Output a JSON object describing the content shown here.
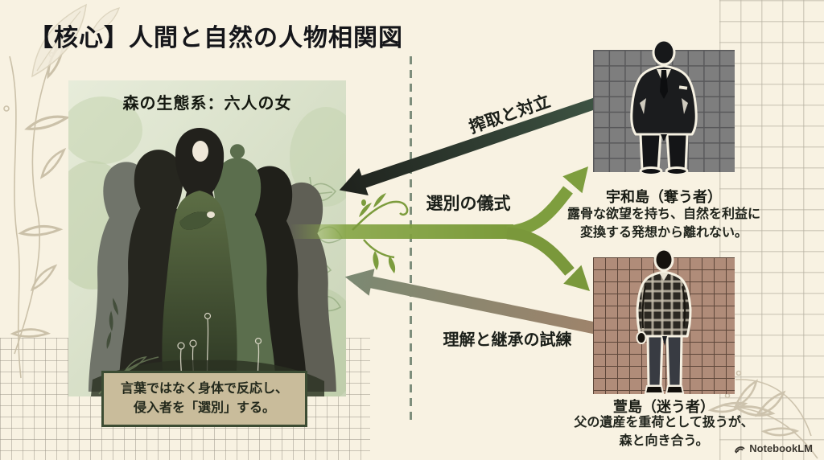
{
  "title": "【核心】人間と自然の人物相関図",
  "forest": {
    "label": "森の生態系：六人の女",
    "caption_lines": [
      "言葉ではなく身体で反応し、",
      "侵入者を「選別」する。"
    ]
  },
  "characters": [
    {
      "id": "uwajima",
      "name": "宇和島（奪う者）",
      "description_lines": [
        "露骨な欲望を持ち、自然を利益に",
        "変換する発想から離れない。"
      ]
    },
    {
      "id": "kayashima",
      "name": "萱島（迷う者）",
      "description_lines": [
        "父の遺産を重荷として扱うが、",
        "森と向き合う。"
      ]
    }
  ],
  "relations": [
    {
      "id": "exploit",
      "label": "搾取と対立",
      "from": "uwajima",
      "to": "forest",
      "color": "#2f3d31"
    },
    {
      "id": "ritual",
      "label": "選別の儀式",
      "from": "forest",
      "to": "uwajima-and-kayashima",
      "color": "#7d9d3e"
    },
    {
      "id": "trial",
      "label": "理解と継承の試練",
      "from": "kayashima",
      "to": "forest",
      "color": "#97806b"
    }
  ],
  "watermark": {
    "brand": "NotebookLM"
  },
  "colors": {
    "background": "#f8f2e2",
    "caption_box": "#c9bc9b",
    "caption_border": "#3c4c33",
    "panel_uwajima_grid": "#7e7e7e",
    "panel_kayashima_grid": "#b08c79",
    "illustration_bg": "#dde5cf"
  }
}
